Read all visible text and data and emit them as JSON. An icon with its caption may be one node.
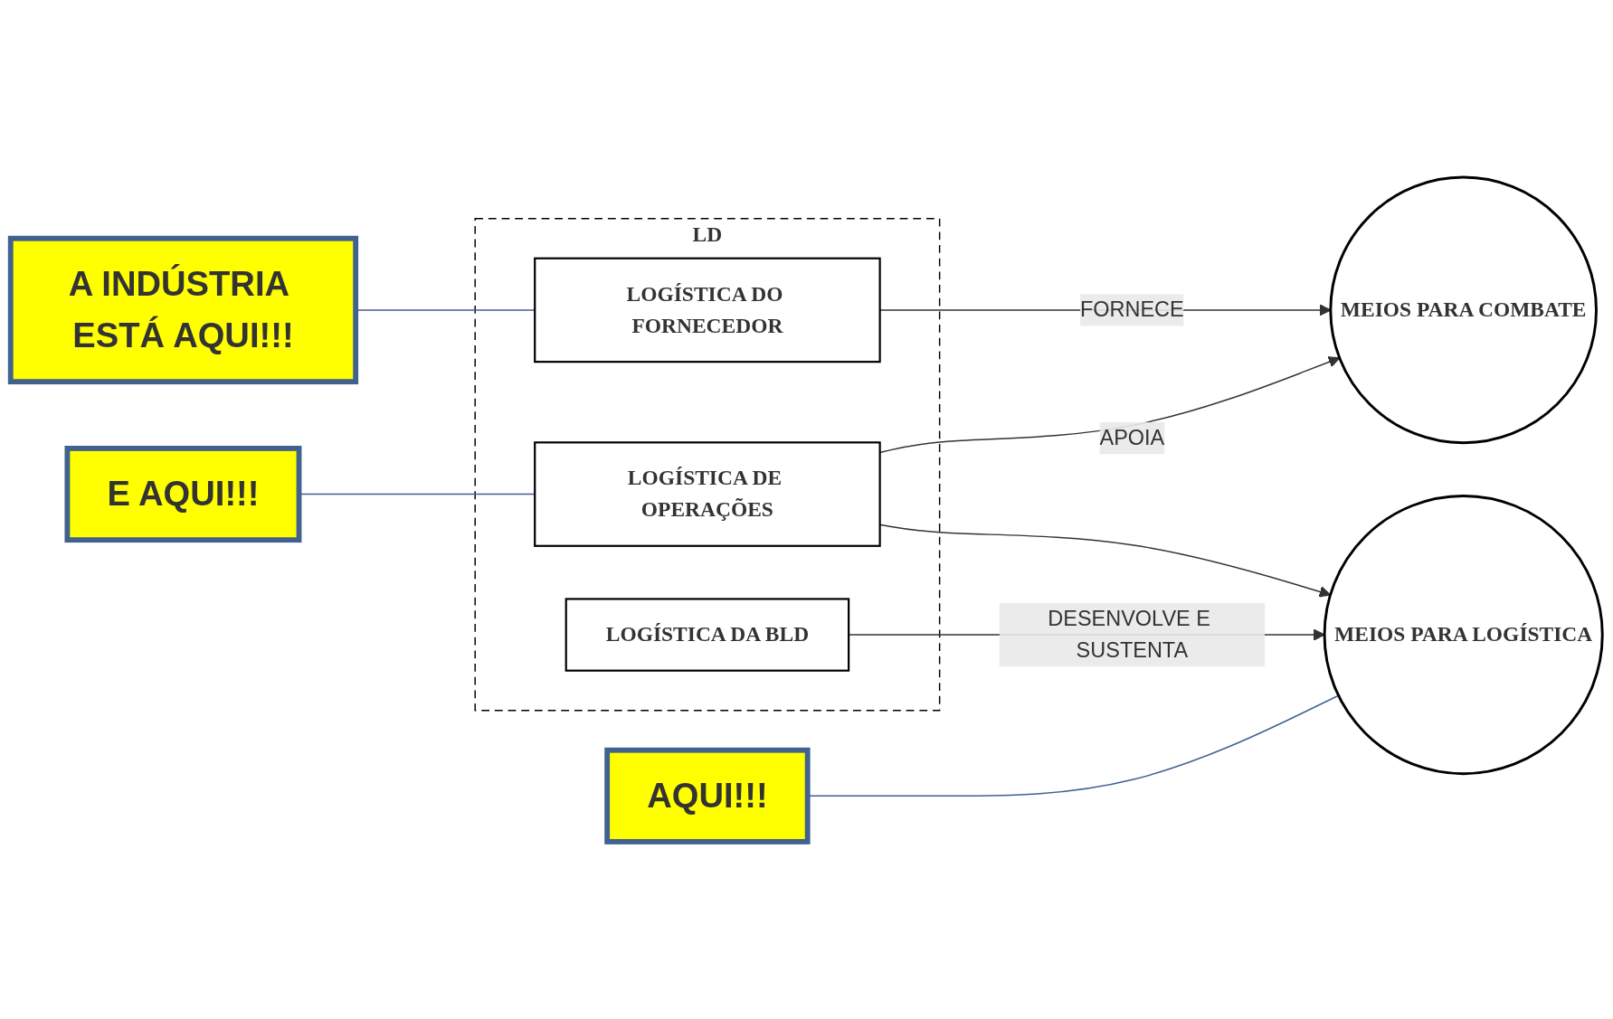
{
  "diagram": {
    "nodes": [
      {
        "text": [
          "LD"
        ]
      },
      {
        "text": [
          "LOGÍSTICA DO FORNECEDOR"
        ],
        "in": 0
      },
      {
        "text": [
          "LOGÍSTICA DE OPERAÇÕES"
        ],
        "in": 0
      },
      {
        "text": [
          "LOGÍSTICA DA BLD"
        ],
        "in": 0
      },
      {
        "text": [
          "MEIOS PARA COMBATE"
        ]
      },
      {
        "text": [
          "MEIOS PARA LOGÍSTICA"
        ]
      },
      {
        "text": [
          "A INDÚSTRIA ESTÁ AQUI!!!"
        ]
      },
      {
        "text": [
          "AQUI!!!"
        ]
      },
      {
        "text": [
          "E AQUI!!!"
        ]
      }
    ],
    "edges": [
      {
        "from": 1,
        "to": 4,
        "arrow": "to",
        "label": "FORNECE"
      },
      {
        "from": 2,
        "to": 4,
        "arrow": "to",
        "label": "APOIA"
      },
      {
        "from": 2,
        "to": 5,
        "arrow": "to"
      },
      {
        "from": 3,
        "to": 5,
        "arrow": "to",
        "label": "DESENVOLVE E SUSTENTA"
      },
      {
        "from": 6,
        "to": 1,
        "arrow": "none",
        "color": "#41618f"
      },
      {
        "from": 7,
        "to": 5,
        "arrow": "none",
        "color": "#41618f"
      },
      {
        "from": 8,
        "to": 2,
        "arrow": "none",
        "color": "#41618f"
      }
    ]
  }
}
